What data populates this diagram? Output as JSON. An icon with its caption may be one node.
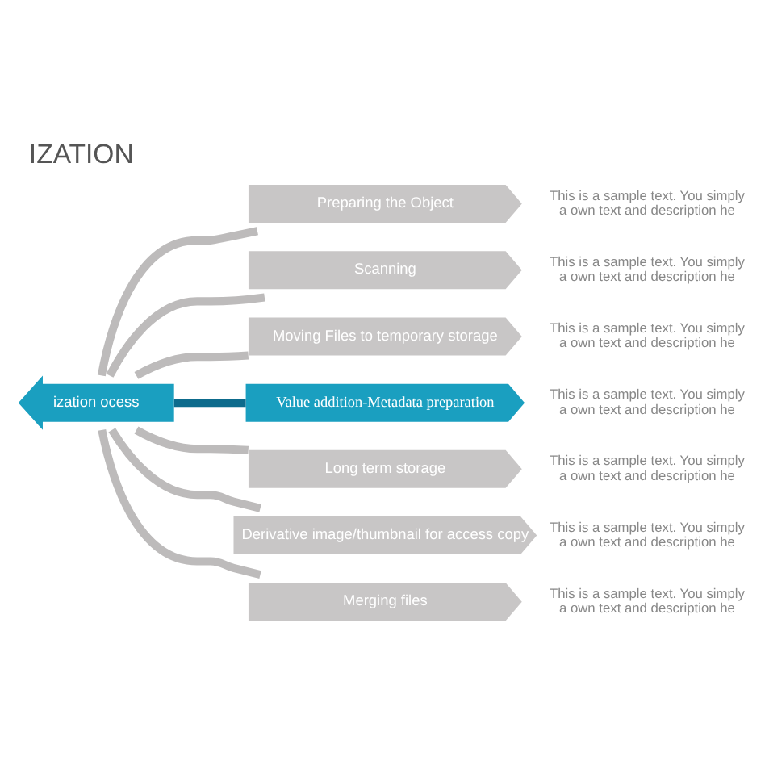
{
  "diagram": {
    "title": "IZATION",
    "nodes": [
      {
        "text": [
          "ization ocess"
        ]
      },
      {
        "text": [
          "Preparing the Object"
        ],
        "beside": [
          "This is a sample text. You simply a own text and description he"
        ]
      },
      {
        "text": [
          "Scanning"
        ],
        "beside": [
          "This is a sample text. You simply a own text and description he"
        ]
      },
      {
        "text": [
          "Moving Files to temporary storage"
        ],
        "beside": [
          "This is a sample text. You simply a own text and description he"
        ]
      },
      {
        "text": [
          "Value addition-Metadata preparation"
        ],
        "beside": [
          "This is a sample text. You simply a own text and description he"
        ]
      },
      {
        "text": [
          "Long term storage"
        ],
        "beside": [
          "This is a sample text. You simply a own text and description he"
        ]
      },
      {
        "text": [
          "Derivative image/thumbnail for access copy"
        ],
        "beside": [
          "This is a sample text. You simply a own text and description he"
        ]
      },
      {
        "text": [
          "Merging files"
        ],
        "beside": [
          "This is a sample text. You simply a own text and description he"
        ]
      }
    ],
    "edges": [
      {
        "from": 0,
        "to": 1,
        "arrow": "none"
      },
      {
        "from": 0,
        "to": 2,
        "arrow": "none"
      },
      {
        "from": 0,
        "to": 3,
        "arrow": "none"
      },
      {
        "from": 0,
        "to": 4,
        "arrow": "none",
        "color": "#0d6b8c"
      },
      {
        "from": 0,
        "to": 5,
        "arrow": "none"
      },
      {
        "from": 0,
        "to": 6,
        "arrow": "none"
      },
      {
        "from": 0,
        "to": 7,
        "arrow": "none"
      }
    ]
  }
}
